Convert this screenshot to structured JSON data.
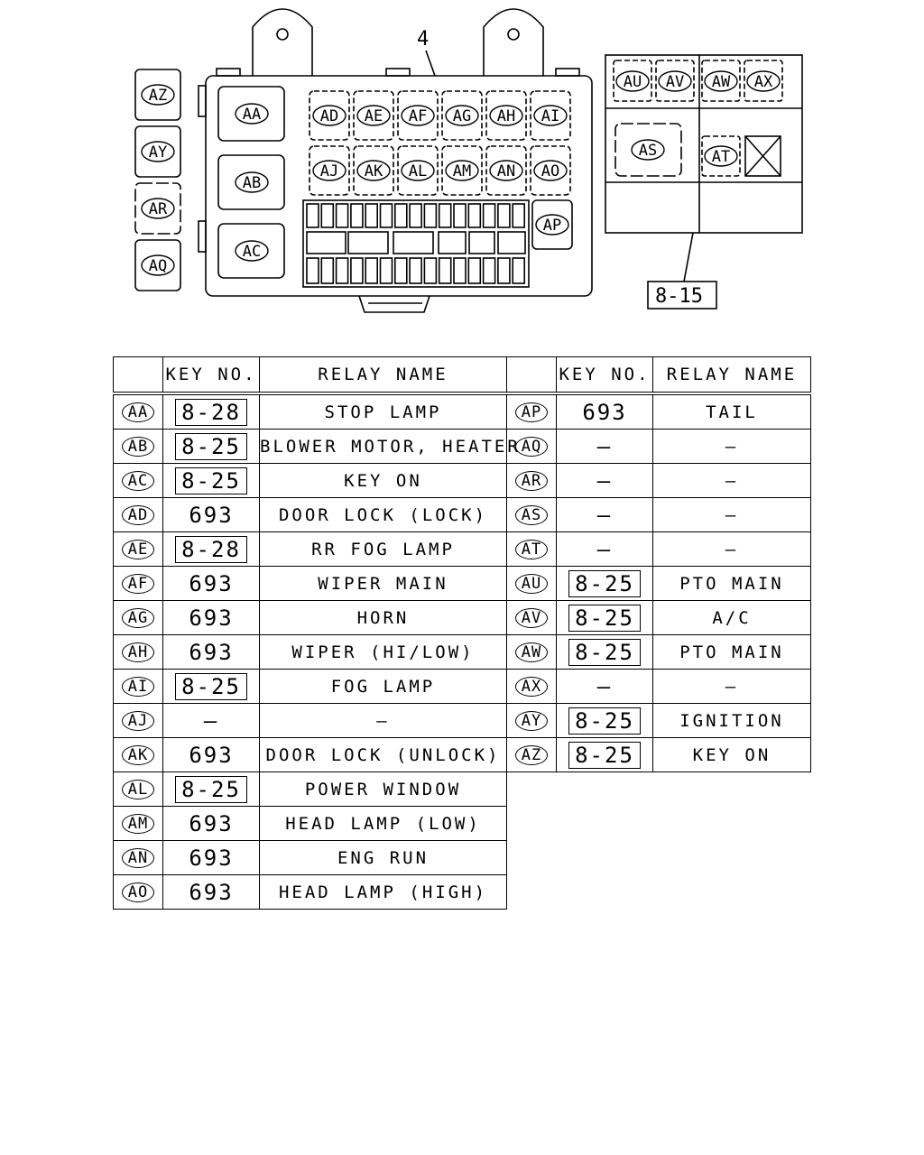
{
  "diagram": {
    "part_number": "4",
    "ref_box": "8-15",
    "left_column_relays": [
      "AZ",
      "AY",
      "AR",
      "AQ"
    ],
    "main_large_relays": [
      "AA",
      "AB",
      "AC"
    ],
    "main_row1": [
      "AD",
      "AE",
      "AF",
      "AG",
      "AH",
      "AI"
    ],
    "main_row2": [
      "AJ",
      "AK",
      "AL",
      "AM",
      "AN",
      "AO"
    ],
    "main_single": "AP",
    "sub_top": [
      "AU",
      "AV",
      "AW",
      "AX"
    ],
    "sub_mid_left": "AS",
    "sub_mid_right": "AT"
  },
  "table": {
    "headers": {
      "key_no": "KEY NO.",
      "relay_name": "RELAY NAME"
    },
    "left_rows": [
      {
        "code": "AA",
        "key": "8-28",
        "boxed": true,
        "name": "STOP LAMP"
      },
      {
        "code": "AB",
        "key": "8-25",
        "boxed": true,
        "name": "BLOWER MOTOR, HEATER"
      },
      {
        "code": "AC",
        "key": "8-25",
        "boxed": true,
        "name": "KEY ON"
      },
      {
        "code": "AD",
        "key": "693",
        "boxed": false,
        "name": "DOOR LOCK (LOCK)"
      },
      {
        "code": "AE",
        "key": "8-28",
        "boxed": true,
        "name": "RR FOG LAMP"
      },
      {
        "code": "AF",
        "key": "693",
        "boxed": false,
        "name": "WIPER MAIN"
      },
      {
        "code": "AG",
        "key": "693",
        "boxed": false,
        "name": "HORN"
      },
      {
        "code": "AH",
        "key": "693",
        "boxed": false,
        "name": "WIPER (HI/LOW)"
      },
      {
        "code": "AI",
        "key": "8-25",
        "boxed": true,
        "name": "FOG LAMP"
      },
      {
        "code": "AJ",
        "key": "—",
        "boxed": false,
        "name": "—"
      },
      {
        "code": "AK",
        "key": "693",
        "boxed": false,
        "name": "DOOR LOCK (UNLOCK)"
      },
      {
        "code": "AL",
        "key": "8-25",
        "boxed": true,
        "name": "POWER WINDOW"
      },
      {
        "code": "AM",
        "key": "693",
        "boxed": false,
        "name": "HEAD LAMP (LOW)"
      },
      {
        "code": "AN",
        "key": "693",
        "boxed": false,
        "name": "ENG RUN"
      },
      {
        "code": "AO",
        "key": "693",
        "boxed": false,
        "name": "HEAD LAMP (HIGH)"
      }
    ],
    "right_rows": [
      {
        "code": "AP",
        "key": "693",
        "boxed": false,
        "name": "TAIL"
      },
      {
        "code": "AQ",
        "key": "—",
        "boxed": false,
        "name": "—"
      },
      {
        "code": "AR",
        "key": "—",
        "boxed": false,
        "name": "—"
      },
      {
        "code": "AS",
        "key": "—",
        "boxed": false,
        "name": "—"
      },
      {
        "code": "AT",
        "key": "—",
        "boxed": false,
        "name": "—"
      },
      {
        "code": "AU",
        "key": "8-25",
        "boxed": true,
        "name": "PTO MAIN"
      },
      {
        "code": "AV",
        "key": "8-25",
        "boxed": true,
        "name": "A/C"
      },
      {
        "code": "AW",
        "key": "8-25",
        "boxed": true,
        "name": "PTO MAIN"
      },
      {
        "code": "AX",
        "key": "—",
        "boxed": false,
        "name": "—"
      },
      {
        "code": "AY",
        "key": "8-25",
        "boxed": true,
        "name": "IGNITION"
      },
      {
        "code": "AZ",
        "key": "8-25",
        "boxed": true,
        "name": "KEY ON"
      }
    ]
  }
}
